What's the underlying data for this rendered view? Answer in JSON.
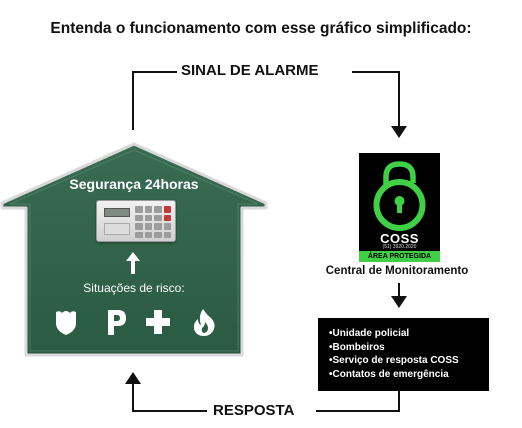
{
  "title": "Entenda o funcionamento com esse gráfico simplificado:",
  "flow": {
    "alarm_label": "SINAL DE ALARME",
    "response_label": "RESPOSTA"
  },
  "house": {
    "title": "Segurança 24horas",
    "risk_label": "Situações de risco:",
    "risk_icons": [
      "police-badge-icon",
      "parking-icon",
      "plus-icon",
      "fire-icon"
    ],
    "fill_color": "#2d5e46"
  },
  "coss": {
    "logo_name": "COSS",
    "logo_phone": "(51) 3920.2020",
    "logo_band": "ÁREA PROTEGIDA",
    "accent_color": "#3fd046",
    "central_label": "Central de Monitoramento"
  },
  "services": {
    "items": [
      "Unidade policial",
      "Bombeiros",
      "Serviço de resposta COSS",
      "Contatos de emergência"
    ]
  }
}
